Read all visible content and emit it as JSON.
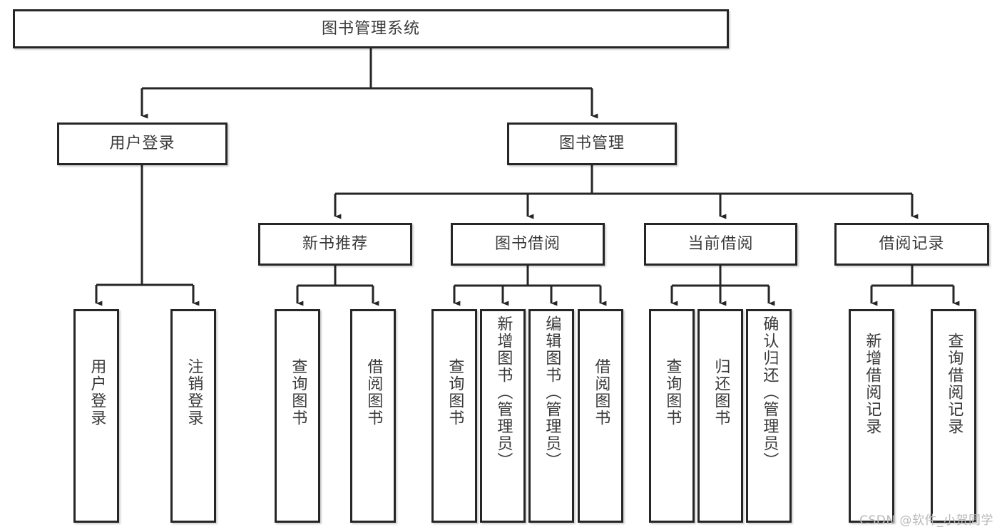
{
  "diagram": {
    "type": "tree-hierarchy-chart",
    "title": "图书管理系统",
    "watermark": "CSDN @软件_小贺同学",
    "colors": {
      "box_border": "#262626",
      "box_fill": "#ffffff",
      "text": "#3a3a3a",
      "connector": "#262626",
      "watermark": "#b9b9b9",
      "background": "#ffffff"
    },
    "nodes": {
      "root": {
        "label": "图书管理系统"
      },
      "level2": [
        {
          "id": "user-login",
          "label": "用户登录"
        },
        {
          "id": "book-management",
          "label": "图书管理"
        }
      ],
      "level3": [
        {
          "id": "new-book-recommend",
          "label": "新书推荐"
        },
        {
          "id": "book-borrow",
          "label": "图书借阅"
        },
        {
          "id": "current-borrow",
          "label": "当前借阅"
        },
        {
          "id": "borrow-record",
          "label": "借阅记录"
        }
      ],
      "leaves": {
        "user_login": [
          {
            "id": "leaf-user-login",
            "label": "用户登录"
          },
          {
            "id": "leaf-logout-login",
            "label": "注销登录"
          }
        ],
        "new_book_recommend": [
          {
            "id": "leaf-query-book-1",
            "label": "查询图书"
          },
          {
            "id": "leaf-borrow-book-1",
            "label": "借阅图书"
          }
        ],
        "book_borrow": [
          {
            "id": "leaf-query-book-2",
            "label": "查询图书"
          },
          {
            "id": "leaf-add-book",
            "label": "新增图书（管理员）"
          },
          {
            "id": "leaf-edit-book",
            "label": "编辑图书（管理员）"
          },
          {
            "id": "leaf-borrow-book-2",
            "label": "借阅图书"
          }
        ],
        "current_borrow": [
          {
            "id": "leaf-query-book-3",
            "label": "查询图书"
          },
          {
            "id": "leaf-return-book",
            "label": "归还图书"
          },
          {
            "id": "leaf-confirm-return",
            "label": "确认归还（管理员）"
          }
        ],
        "borrow_record": [
          {
            "id": "leaf-add-record",
            "label": "新增借阅记录"
          },
          {
            "id": "leaf-query-record",
            "label": "查询借阅记录"
          }
        ]
      }
    }
  }
}
